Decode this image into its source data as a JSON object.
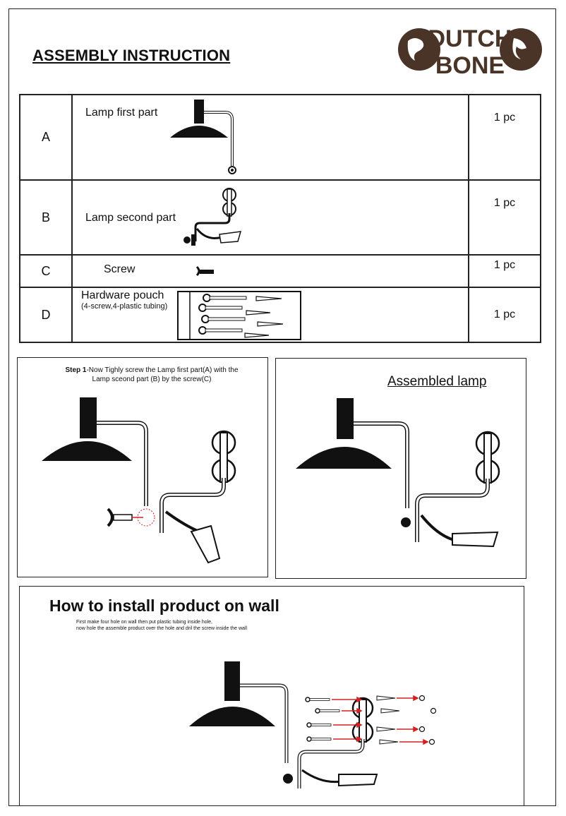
{
  "header": {
    "title": "ASSEMBLY INSTRUCTION",
    "logo_line1": "DUTCH",
    "logo_line2": "BONE"
  },
  "parts": [
    {
      "letter": "A",
      "name": "Lamp first part",
      "qty": "1 pc"
    },
    {
      "letter": "B",
      "name": "Lamp second part",
      "qty": "1 pc"
    },
    {
      "letter": "C",
      "name": "Screw",
      "qty": "1 pc"
    },
    {
      "letter": "D",
      "name": "Hardware pouch",
      "sub": "(4-screw,4-plastic tubing)",
      "qty": "1 pc"
    }
  ],
  "step1": {
    "label": "Step 1",
    "text": "-Now Tighly screw the  Lamp first part(A) with the",
    "text2": "Lamp sceond part (B) by  the screw(C)"
  },
  "assembled": {
    "title": "Assembled lamp"
  },
  "install": {
    "title": "How to install product on wall",
    "line1": "First make four hole on wall then put plastic tubing inside hole,",
    "line2": "now hole the assemble product over the hole and dril the  screw inside the wall"
  },
  "colors": {
    "ink": "#111111",
    "arrow": "#d42020"
  }
}
